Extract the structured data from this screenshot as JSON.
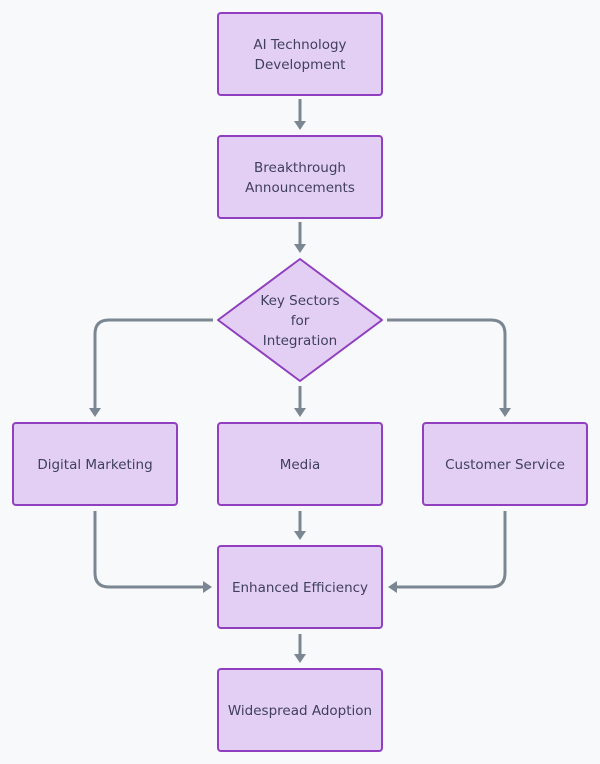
{
  "diagram": {
    "type": "flowchart",
    "direction": "top-down",
    "colors": {
      "background": "#f8f9fa",
      "node_fill": "#e4cff4",
      "node_border": "#8f3fbf",
      "node_text": "#3f3f5e",
      "edge": "#7a8793"
    },
    "nodes": [
      {
        "id": "ai_dev",
        "shape": "rect",
        "lines": [
          "AI Technology",
          "Development"
        ]
      },
      {
        "id": "breakthrough",
        "shape": "rect",
        "lines": [
          "Breakthrough",
          "Announcements"
        ]
      },
      {
        "id": "key_sectors",
        "shape": "diamond",
        "lines": [
          "Key Sectors",
          "for",
          "Integration"
        ]
      },
      {
        "id": "digital_marketing",
        "shape": "rect",
        "lines": [
          "Digital Marketing"
        ]
      },
      {
        "id": "media",
        "shape": "rect",
        "lines": [
          "Media"
        ]
      },
      {
        "id": "customer_service",
        "shape": "rect",
        "lines": [
          "Customer Service"
        ]
      },
      {
        "id": "enhanced_efficiency",
        "shape": "rect",
        "lines": [
          "Enhanced Efficiency"
        ]
      },
      {
        "id": "widespread_adoption",
        "shape": "rect",
        "lines": [
          "Widespread Adoption"
        ]
      }
    ],
    "edges": [
      {
        "from": "ai_dev",
        "to": "breakthrough"
      },
      {
        "from": "breakthrough",
        "to": "key_sectors"
      },
      {
        "from": "key_sectors",
        "to": "digital_marketing"
      },
      {
        "from": "key_sectors",
        "to": "media"
      },
      {
        "from": "key_sectors",
        "to": "customer_service"
      },
      {
        "from": "digital_marketing",
        "to": "enhanced_efficiency"
      },
      {
        "from": "media",
        "to": "enhanced_efficiency"
      },
      {
        "from": "customer_service",
        "to": "enhanced_efficiency"
      },
      {
        "from": "enhanced_efficiency",
        "to": "widespread_adoption"
      }
    ]
  }
}
